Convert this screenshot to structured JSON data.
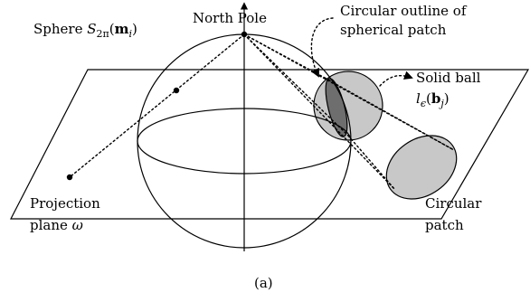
{
  "labels": {
    "north_pole": "North Pole",
    "sphere_prefix": "Sphere ",
    "sphere_math_base": "S",
    "sphere_math_sub": "2π",
    "sphere_math_arg_open": "(",
    "sphere_math_arg_bold": "m",
    "sphere_math_arg_sub": "i",
    "sphere_math_arg_close": ")",
    "circular_outline_line1": "Circular outline of",
    "circular_outline_line2": "spherical patch",
    "solid_ball_line1": "Solid ball",
    "solid_ball_math_base": "l",
    "solid_ball_math_sub": "ϵ",
    "solid_ball_math_open": "(",
    "solid_ball_math_bold": "b",
    "solid_ball_math_sub2": "j",
    "solid_ball_math_close": ")",
    "projection_line1": "Projection",
    "projection_line2_text": "plane ",
    "projection_line2_math": "ω",
    "circular_patch_line1": "Circular",
    "circular_patch_line2": "patch",
    "caption": "(a)"
  },
  "colors": {
    "line": "#000000",
    "ball_fill": "#c8c8c8",
    "patch_fill": "#c8c8c8",
    "spherical_patch_fill": "#6e6e6e"
  }
}
